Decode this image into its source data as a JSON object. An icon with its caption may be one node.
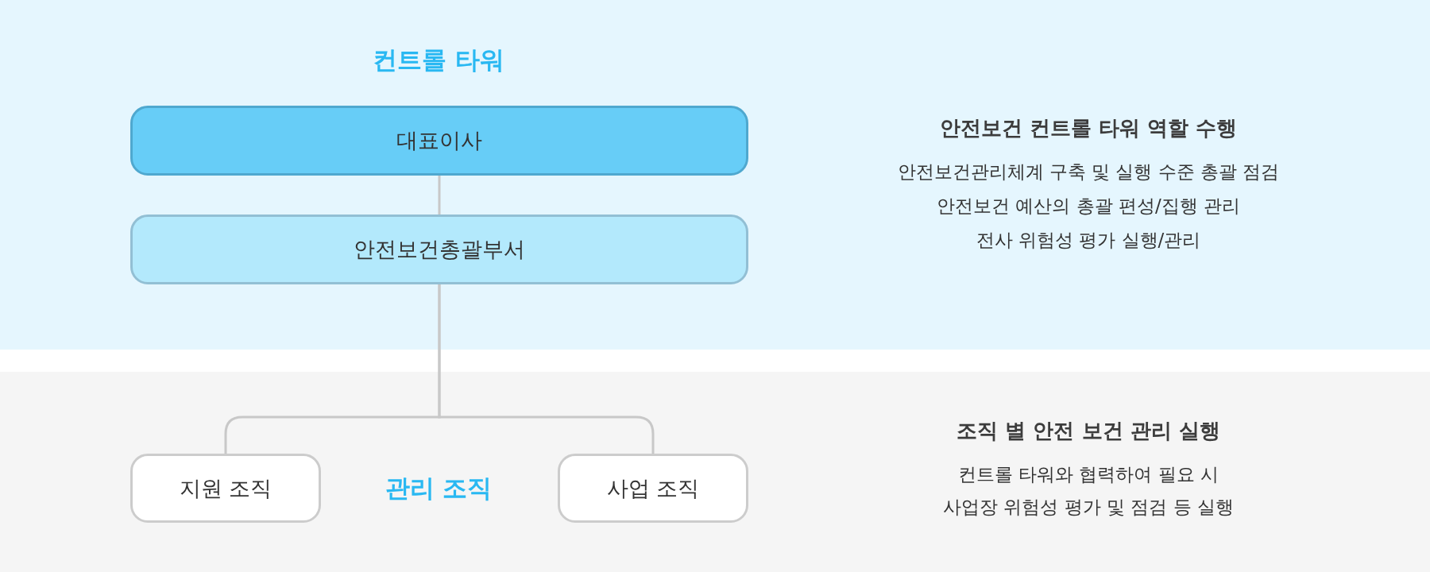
{
  "diagram": {
    "nodes": [
      {
        "text": [
          "컨트롤 타워",
          "안전보건 컨트롤 타워 역할 수행",
          "안전보건관리체계 구축 및 실행 수준 총괄 점검",
          "안전보건 예산의 총괄 편성/집행 관리",
          "전사 위험성 평가 실행/관리"
        ]
      },
      {
        "text": [
          "대표이사"
        ],
        "in": 0
      },
      {
        "text": [
          "안전보건총괄부서"
        ],
        "in": 0
      },
      {
        "text": [
          "관리 조직",
          "조직 별 안전 보건 관리 실행",
          "컨트롤 타워와 협력하여 필요 시 사업장 위험성 평가 및 점검 등 실행"
        ]
      },
      {
        "text": [
          "지원 조직"
        ],
        "in": 3
      },
      {
        "text": [
          "사업 조직"
        ],
        "in": 3
      }
    ],
    "edges": [
      {
        "from": 1,
        "to": 2,
        "arrow": "none"
      },
      {
        "from": 2,
        "to": 4,
        "arrow": "none"
      },
      {
        "from": 2,
        "to": 5,
        "arrow": "none"
      }
    ]
  }
}
